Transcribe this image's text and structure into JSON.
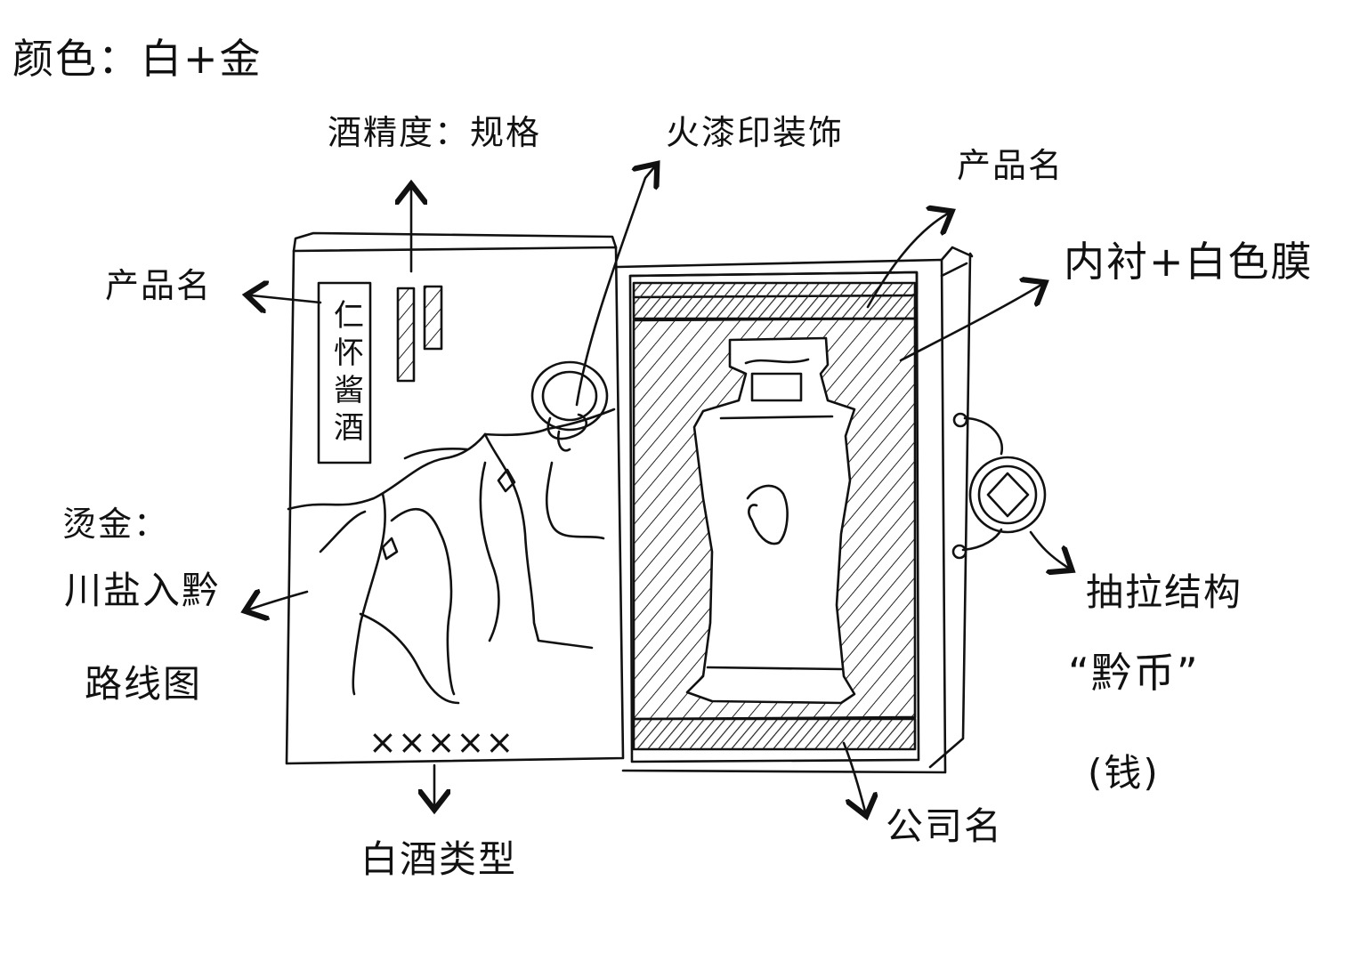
{
  "labels": {
    "color": "颜色：白+金",
    "alcohol_spec": "酒精度：规格",
    "lacquer_seal": "火漆印装饰",
    "product_name_top": "产品名",
    "product_name_left": "产品名",
    "lining": "内衬+白色膜",
    "gilding": "烫金：",
    "route_line1": "川盐入黔",
    "route_line2": "路线图",
    "pull_structure": "抽拉结构",
    "coin_name": "“黔币”",
    "coin_note": "(钱)",
    "liquor_type": "白酒类型",
    "company_name": "公司名",
    "box_product_title": "仁怀酱酒",
    "box_placeholder": "×××××"
  },
  "colors": {
    "ink": "#111111",
    "paper": "#ffffff"
  }
}
